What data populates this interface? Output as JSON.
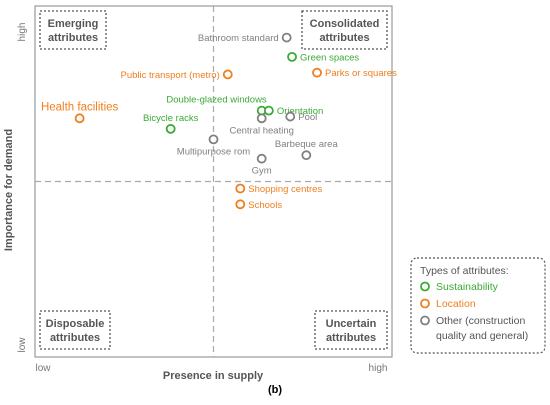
{
  "figure_label": "(b)",
  "colors": {
    "sustainability": "#3aaa35",
    "location": "#f07f1e",
    "other": "#808080",
    "axis_text": "#555555",
    "frame": "#999999",
    "divider": "#aaaaaa",
    "box_border": "#555555"
  },
  "quadrant_labels": {
    "top_left": [
      "Emerging",
      "attributes"
    ],
    "top_right": [
      "Consolidated",
      "attributes"
    ],
    "bottom_left": [
      "Disposable",
      "attributes"
    ],
    "bottom_right": [
      "Uncertain",
      "attributes"
    ]
  },
  "legend": {
    "title": "Types of attributes:",
    "items": [
      {
        "label": [
          "Sustainability"
        ],
        "category": "sustainability"
      },
      {
        "label": [
          "Location"
        ],
        "category": "location"
      },
      {
        "label": [
          "Other (construction",
          "quality and general)"
        ],
        "category": "other"
      }
    ],
    "placement": "right-bottom"
  },
  "chart_data": {
    "type": "scatter",
    "title": "",
    "xlabel": "Presence in supply",
    "ylabel": "Importance for demand",
    "x_ticks": {
      "low": "low",
      "high": "high"
    },
    "y_ticks": {
      "low": "low",
      "high": "high"
    },
    "xlim": [
      0,
      10
    ],
    "ylim": [
      0,
      10
    ],
    "x_divider": 5.0,
    "y_divider": 5.0,
    "grid": false,
    "points": [
      {
        "label": "Bathroom standard",
        "category": "other",
        "x": 7.05,
        "y": 9.1,
        "label_pos": "left"
      },
      {
        "label": "Green spaces",
        "category": "sustainability",
        "x": 7.2,
        "y": 8.55,
        "label_pos": "right"
      },
      {
        "label": "Parks or squares",
        "category": "location",
        "x": 7.9,
        "y": 8.1,
        "label_pos": "right"
      },
      {
        "label": "Public transport (metro)",
        "category": "location",
        "x": 5.4,
        "y": 8.05,
        "label_pos": "left"
      },
      {
        "label": "Double-glazed windows",
        "category": "sustainability",
        "x": 6.35,
        "y": 7.02,
        "label_pos": "above-left"
      },
      {
        "label": "Orientation",
        "category": "sustainability",
        "x": 6.55,
        "y": 7.02,
        "label_pos": "right"
      },
      {
        "label": "Health facilities",
        "category": "location",
        "x": 1.25,
        "y": 6.8,
        "label_pos": "above"
      },
      {
        "label": "Pool",
        "category": "other",
        "x": 7.15,
        "y": 6.85,
        "label_pos": "right"
      },
      {
        "label": "Central heating",
        "category": "other",
        "x": 6.35,
        "y": 6.8,
        "label_pos": "below"
      },
      {
        "label": "Bicycle racks",
        "category": "sustainability",
        "x": 3.8,
        "y": 6.5,
        "label_pos": "above"
      },
      {
        "label": "Multipurpose rom",
        "category": "other",
        "x": 5.0,
        "y": 6.2,
        "label_pos": "below"
      },
      {
        "label": "Barbeque area",
        "category": "other",
        "x": 7.6,
        "y": 5.75,
        "label_pos": "above"
      },
      {
        "label": "Gym",
        "category": "other",
        "x": 6.35,
        "y": 5.65,
        "label_pos": "below"
      },
      {
        "label": "Shopping centres",
        "category": "location",
        "x": 5.75,
        "y": 4.8,
        "label_pos": "right"
      },
      {
        "label": "Schools",
        "category": "location",
        "x": 5.75,
        "y": 4.35,
        "label_pos": "right"
      }
    ]
  }
}
